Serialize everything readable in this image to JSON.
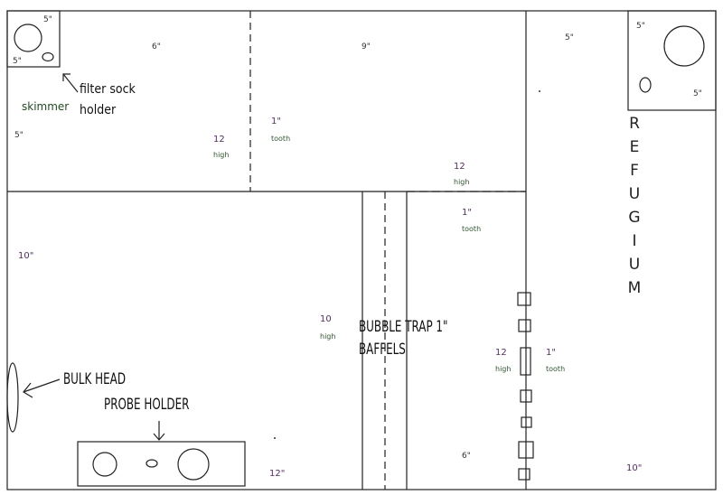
{
  "labels": {
    "filter_sock_holder": "filter sock\nholder",
    "skimmer": "skimmer",
    "refugium": "REFUGIUM",
    "bubble_trap": "BUBBLE TRAP 1\"",
    "baffels": "BAFFELS",
    "bulk_head": "BULK HEAD",
    "probe_holder": "PROBE HOLDER"
  },
  "dimensions": {
    "fs_holder_right": "5\"",
    "fs_holder_bottom": "5\"",
    "skimmer_width": "6\"",
    "skimmer_height": "5\"",
    "middle_top": "9\"",
    "refugium_top": "5\"",
    "refugium_box_left": "5\"",
    "refugium_box_right": "5\"",
    "left_lower": "10\"",
    "bottom_left": "12\"",
    "bottom_mid": "6\"",
    "bottom_right": "10\"",
    "center": "10"
  },
  "baffle_notes": {
    "b1_height": "12",
    "b1_high": "high",
    "b2_tooth_size": "1\"",
    "b2_tooth": "tooth",
    "b3_height": "12",
    "b3_high": "high",
    "b4_tooth_size": "1\"",
    "b4_tooth": "tooth",
    "center_high": "high",
    "b5_height": "12",
    "b5_high": "high",
    "b6_tooth_size": "1\"",
    "b6_tooth": "tooth"
  }
}
